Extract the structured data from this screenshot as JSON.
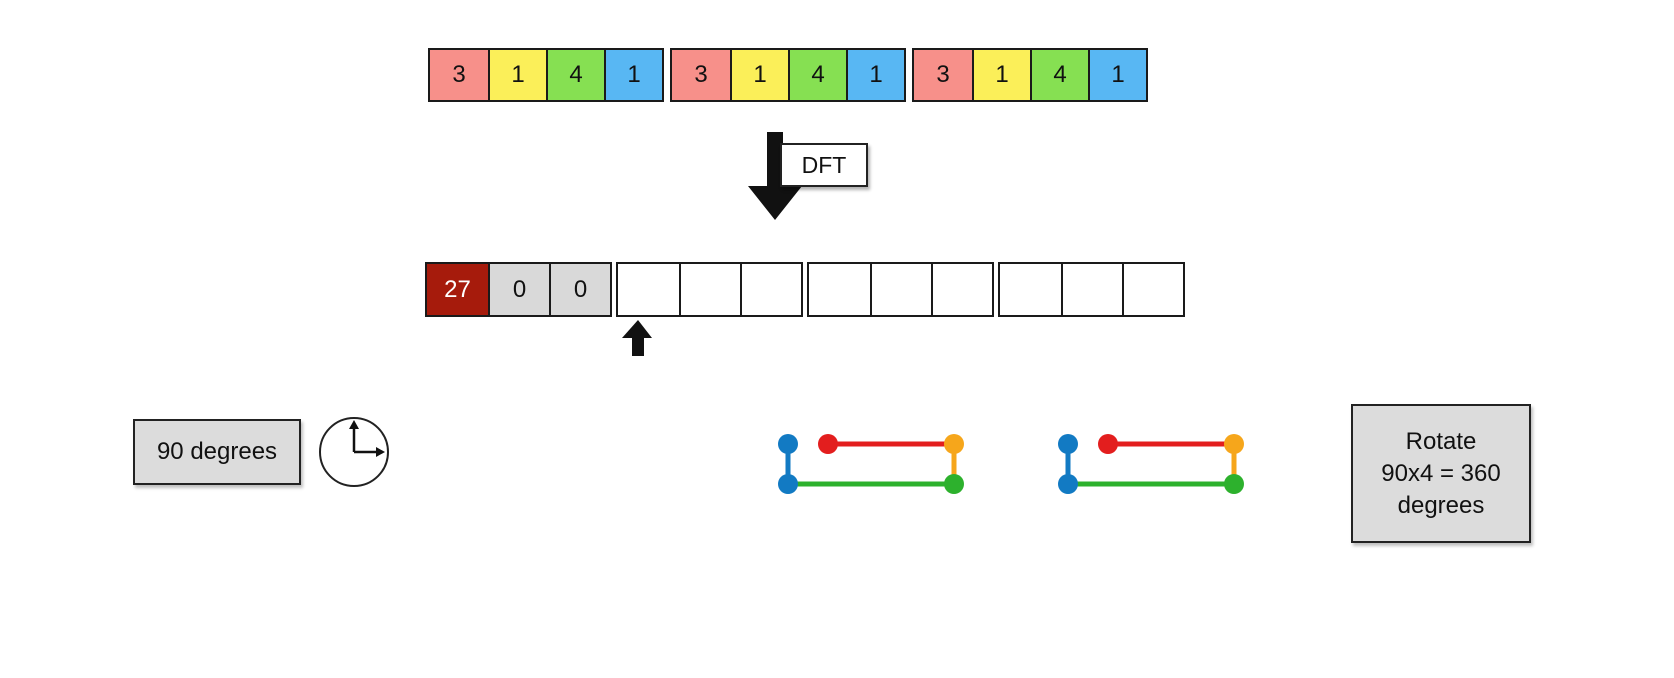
{
  "input_sequence": {
    "groups": [
      [
        {
          "value": "3",
          "color": "#f7908a"
        },
        {
          "value": "1",
          "color": "#fbef59"
        },
        {
          "value": "4",
          "color": "#86e052"
        },
        {
          "value": "1",
          "color": "#58b7f3"
        }
      ],
      [
        {
          "value": "3",
          "color": "#f7908a"
        },
        {
          "value": "1",
          "color": "#fbef59"
        },
        {
          "value": "4",
          "color": "#86e052"
        },
        {
          "value": "1",
          "color": "#58b7f3"
        }
      ],
      [
        {
          "value": "3",
          "color": "#f7908a"
        },
        {
          "value": "1",
          "color": "#fbef59"
        },
        {
          "value": "4",
          "color": "#86e052"
        },
        {
          "value": "1",
          "color": "#58b7f3"
        }
      ]
    ]
  },
  "dft_label": "DFT",
  "output_sequence": {
    "groups": [
      [
        {
          "value": "27",
          "color": "#a61b0c",
          "text_color": "#ffffff"
        },
        {
          "value": "0",
          "color": "#d9d9d9"
        },
        {
          "value": "0",
          "color": "#d9d9d9"
        }
      ],
      [
        {
          "value": "",
          "color": "#ffffff"
        },
        {
          "value": "",
          "color": "#ffffff"
        },
        {
          "value": "",
          "color": "#ffffff"
        }
      ],
      [
        {
          "value": "",
          "color": "#ffffff"
        },
        {
          "value": "",
          "color": "#ffffff"
        },
        {
          "value": "",
          "color": "#ffffff"
        }
      ],
      [
        {
          "value": "",
          "color": "#ffffff"
        },
        {
          "value": "",
          "color": "#ffffff"
        },
        {
          "value": "",
          "color": "#ffffff"
        }
      ]
    ]
  },
  "rotation_label": "90 degrees",
  "rotate_note": {
    "line1": "Rotate",
    "line2": "90x4 = 360",
    "line3": "degrees"
  },
  "colors": {
    "red": "#e31e1e",
    "orange": "#f6a61b",
    "green": "#2db12d",
    "blue": "#127ac3"
  },
  "icons": [
    "arrow-down-icon",
    "arrow-up-icon",
    "clock-icon"
  ]
}
